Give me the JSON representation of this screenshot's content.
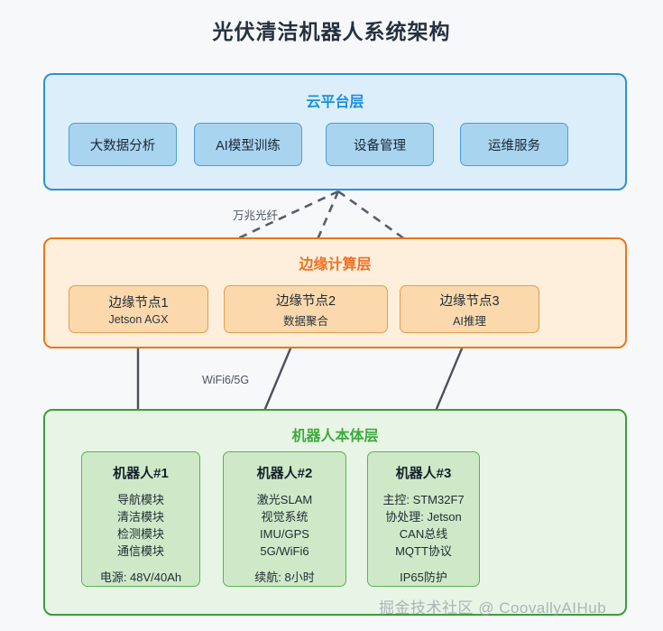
{
  "title": "光伏清洁机器人系统架构",
  "colors": {
    "page_bg": "#f7f8fa",
    "title_text": "#26313f",
    "cloud_fill": "#ddeefb",
    "cloud_border": "#2f8fd8",
    "cloud_title": "#1a8fe0",
    "cloud_box_fill": "#a9d4f0",
    "edge_fill": "#fdefdc",
    "edge_border": "#e8761a",
    "edge_title": "#f07020",
    "edge_box_fill": "#fcd9ac",
    "robot_fill": "#e8f5e6",
    "robot_border": "#3a9d3a",
    "robot_title": "#3caa3c",
    "robot_box_fill": "#cfe9c8",
    "connector_dashed": "#555f69",
    "connector_solid": "#4a5159"
  },
  "cloud_layer": {
    "title": "云平台层",
    "boxes": [
      {
        "label": "大数据分析"
      },
      {
        "label": "AI模型训练"
      },
      {
        "label": "设备管理"
      },
      {
        "label": "运维服务"
      }
    ]
  },
  "edge_layer": {
    "title": "边缘计算层",
    "nodes": [
      {
        "title": "边缘节点1",
        "subtitle": "Jetson AGX"
      },
      {
        "title": "边缘节点2",
        "subtitle": "数据聚合"
      },
      {
        "title": "边缘节点3",
        "subtitle": "AI推理"
      }
    ]
  },
  "robot_layer": {
    "title": "机器人本体层",
    "robots": [
      {
        "title": "机器人#1",
        "lines": [
          "导航模块",
          "清洁模块",
          "检测模块",
          "通信模块"
        ],
        "footer": "电源: 48V/40Ah"
      },
      {
        "title": "机器人#2",
        "lines": [
          "激光SLAM",
          "视觉系统",
          "IMU/GPS",
          "5G/WiFi6"
        ],
        "footer": "续航: 8小时"
      },
      {
        "title": "机器人#3",
        "lines": [
          "主控: STM32F7",
          "协处理: Jetson",
          "CAN总线",
          "MQTT协议"
        ],
        "footer": "IP65防护"
      }
    ]
  },
  "links": {
    "cloud_to_edge_label": "万兆光纤",
    "edge_to_robot_label": "WiFi6/5G"
  },
  "watermark": "掘金技术社区 @ CoovallyAIHub"
}
